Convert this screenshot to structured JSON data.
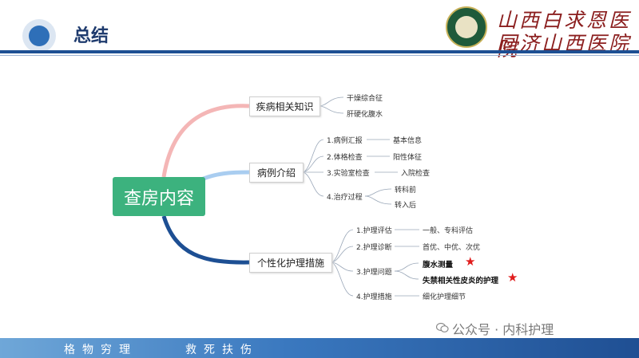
{
  "header": {
    "title": "总结"
  },
  "logo": {
    "line1": "山西白求恩医院",
    "line2": "同济山西医院"
  },
  "mindmap": {
    "root": "查房内容",
    "branches": [
      {
        "label": "疾病相关知识",
        "children": [
          "干燥综合征",
          "肝硬化腹水"
        ]
      },
      {
        "label": "病例介绍",
        "children": [
          {
            "label": "1.病例汇报",
            "detail": "基本信息"
          },
          {
            "label": "2.体格检查",
            "detail": "阳性体征"
          },
          {
            "label": "3.实验室检查",
            "detail": "入院检查"
          },
          {
            "label": "4.治疗过程",
            "details": [
              "转科前",
              "转入后"
            ]
          }
        ]
      },
      {
        "label": "个性化护理措施",
        "children": [
          {
            "label": "1.护理评估",
            "detail": "一般、专科评估"
          },
          {
            "label": "2.护理诊断",
            "detail": "首优、中优、次优"
          },
          {
            "label": "3.护理问题",
            "details": [
              "腹水测量",
              "失禁相关性皮炎的护理"
            ]
          },
          {
            "label": "4.护理措施",
            "detail": "细化护理细节"
          }
        ]
      }
    ],
    "star_icon": "★"
  },
  "footer": {
    "motto_left": "格物穷理",
    "motto_right": "救死扶伤"
  },
  "watermark": "公众号 · 内科护理",
  "colors": {
    "branch1": "#f4b6b6",
    "branch2": "#a9cdf0",
    "branch3": "#1d4f93",
    "root": "#3cb27e",
    "star": "#e01c1c"
  }
}
